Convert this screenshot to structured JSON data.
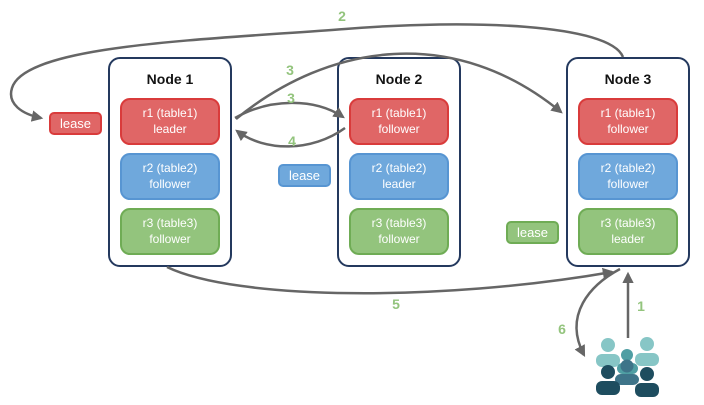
{
  "nodes": [
    {
      "title": "Node 1",
      "replicas": [
        {
          "name": "r1 (table1)",
          "role": "leader",
          "color_key": "red"
        },
        {
          "name": "r2 (table2)",
          "role": "follower",
          "color_key": "blue"
        },
        {
          "name": "r3 (table3)",
          "role": "follower",
          "color_key": "green"
        }
      ]
    },
    {
      "title": "Node 2",
      "replicas": [
        {
          "name": "r1 (table1)",
          "role": "follower",
          "color_key": "red"
        },
        {
          "name": "r2 (table2)",
          "role": "leader",
          "color_key": "blue"
        },
        {
          "name": "r3 (table3)",
          "role": "follower",
          "color_key": "green"
        }
      ]
    },
    {
      "title": "Node 3",
      "replicas": [
        {
          "name": "r1 (table1)",
          "role": "follower",
          "color_key": "red"
        },
        {
          "name": "r2 (table2)",
          "role": "follower",
          "color_key": "blue"
        },
        {
          "name": "r3 (table3)",
          "role": "leader",
          "color_key": "green"
        }
      ]
    }
  ],
  "leases": {
    "red": {
      "label": "lease"
    },
    "blue": {
      "label": "lease"
    },
    "green": {
      "label": "lease"
    }
  },
  "steps": {
    "s1": "1",
    "s2": "2",
    "s3a": "3",
    "s3b": "3",
    "s4": "4",
    "s5": "5",
    "s6": "6"
  },
  "icons": {
    "users": "users-group-icon"
  },
  "colors": {
    "replica_red_fill": "#E06666",
    "replica_red_border": "#D93B3B",
    "replica_blue_fill": "#6FA8DC",
    "replica_blue_border": "#5795D2",
    "replica_green_fill": "#93C47D",
    "replica_green_border": "#6FAC55",
    "node_border": "#24395E",
    "arrow": "#666666",
    "step_label": "#93C47D",
    "users_light": "#87C6C6",
    "users_mid": "#4F9EA3",
    "users_slate": "#3E7489",
    "users_dark": "#1E4D5F"
  }
}
